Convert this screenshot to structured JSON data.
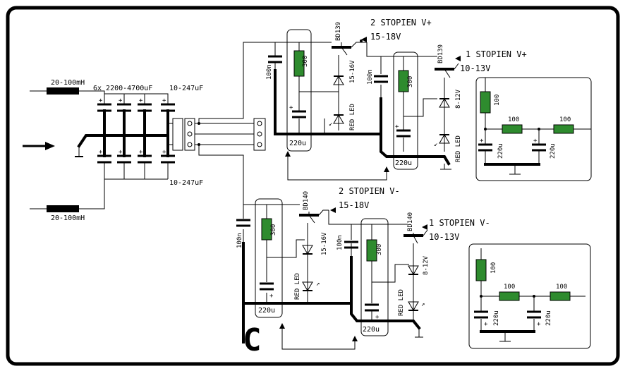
{
  "labels": {
    "ind_top": "20-100mH",
    "ind_bottom": "20-100mH",
    "cap_bank": "6x 2200-4700uF",
    "cap_small_top": "10-247uF",
    "cap_small_bottom": "10-247uF",
    "stage2_pos_title": "2 STOPIEN V+",
    "stage2_pos_volt": "15-18V",
    "stage1_pos_title": "1 STOPIEN V+",
    "stage1_pos_volt": "10-13V",
    "stage2_neg_title": "2 STOPIEN V-",
    "stage2_neg_volt": "15-18V",
    "stage1_neg_title": "1 STOPIEN V-",
    "stage1_neg_volt": "10-13V",
    "bd139_a": "BD139",
    "bd139_b": "BD139",
    "bd140_a": "BD140",
    "bd140_b": "BD140",
    "c100n_a": "100n",
    "c100n_b": "100n",
    "c100n_c": "100n",
    "c100n_d": "100n",
    "r300_a": "300",
    "r300_b": "300",
    "r300_c": "300",
    "r300_d": "300",
    "c220_a": "220u",
    "c220_b": "220u",
    "c220_c": "220u",
    "c220_d": "220u",
    "z1516_a": "15-16V",
    "z1516_b": "15-16V",
    "z812_a": "8-12V",
    "z812_b": "8-12V",
    "led_a": "RED LED",
    "led_b": "RED LED",
    "led_c": "RED LED",
    "led_d": "RED LED",
    "rc_top_r1": "100",
    "rc_top_r2": "100",
    "rc_top_r3": "100",
    "rc_top_c1": "220u",
    "rc_top_c2": "220u",
    "rc_bot_r1": "100",
    "rc_bot_r2": "100",
    "rc_bot_r3": "100",
    "rc_bot_c1": "220u",
    "rc_bot_c2": "220u",
    "logo": "C"
  }
}
